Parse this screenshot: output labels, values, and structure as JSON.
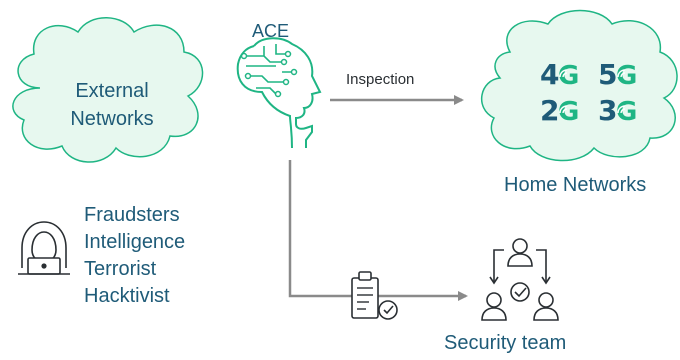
{
  "external": {
    "line1": "External",
    "line2": "Networks"
  },
  "ace": {
    "label": "ACE"
  },
  "arrow_top": {
    "label": "Inspection"
  },
  "home": {
    "label": "Home Networks",
    "generations": [
      {
        "digit": "4",
        "suffix": "G"
      },
      {
        "digit": "5",
        "suffix": "G"
      },
      {
        "digit": "2",
        "suffix": "G"
      },
      {
        "digit": "3",
        "suffix": "G"
      }
    ]
  },
  "threats": [
    "Fraudsters",
    "Intelligence",
    "Terrorist",
    "Hacktivist"
  ],
  "security": {
    "label": "Security team"
  },
  "colors": {
    "green": "#1fb584",
    "navy": "#1f5b78",
    "dark": "#2a2f33",
    "gray": "#8a8a8a",
    "cloud_fill": "#e7f8ef"
  }
}
